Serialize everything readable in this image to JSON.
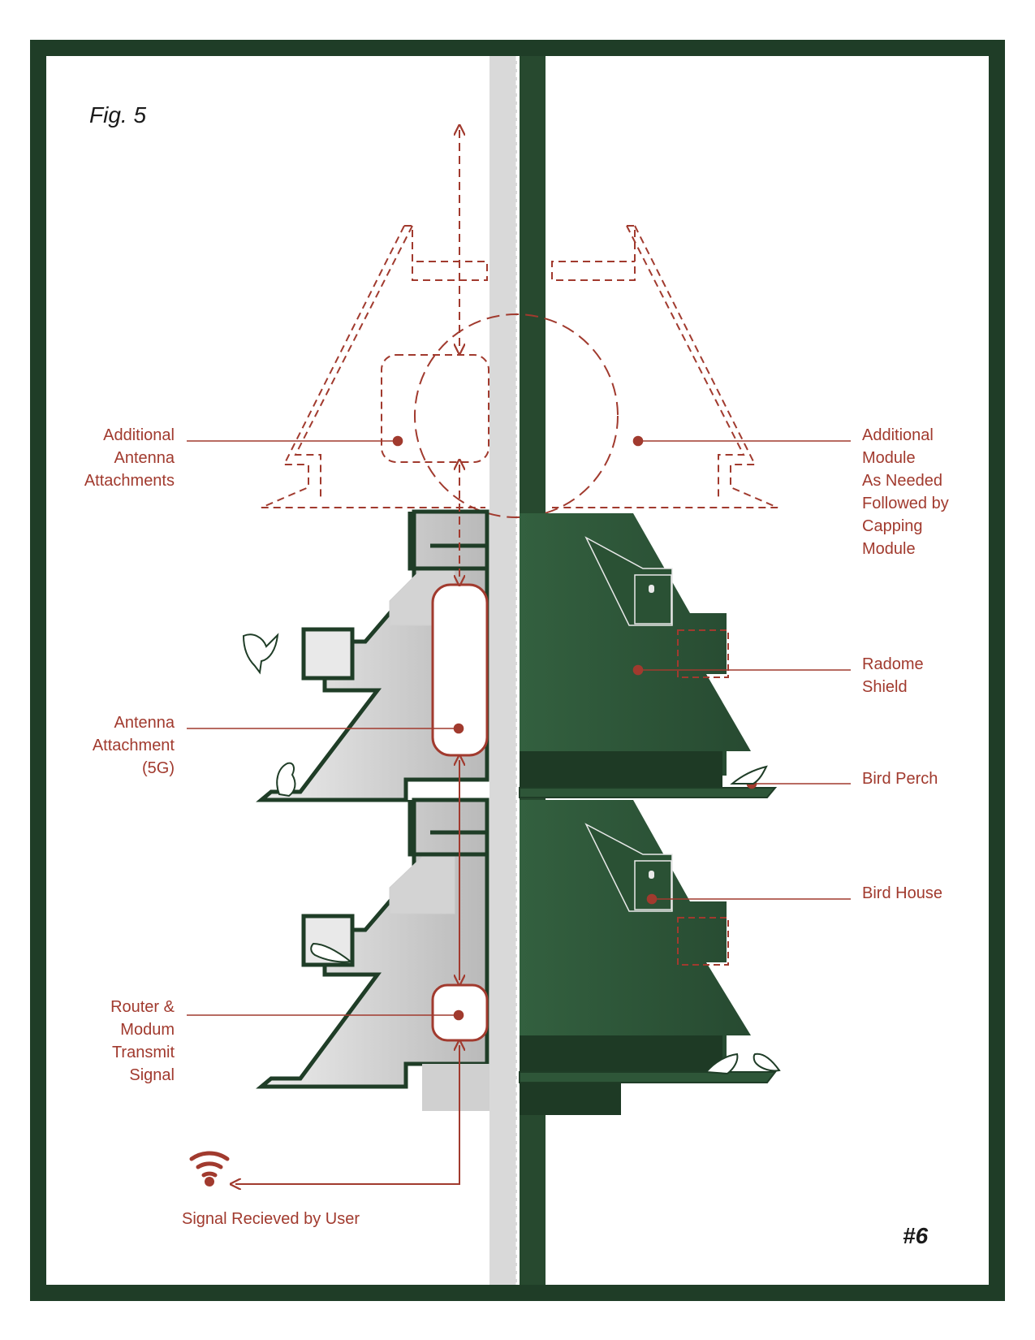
{
  "figure_label": "Fig. 5",
  "page_number": "#6",
  "colors": {
    "frame_green": "#1f3d27",
    "module_green": "#2e5638",
    "accent_red": "#a13a2e",
    "pole_grey": "#d9d9d9",
    "section_grey": "#c9c9c9"
  },
  "labels": {
    "additional_antenna": "Additional\nAntenna\nAttachments",
    "additional_module": "Additional\nModule\nAs Needed\nFollowed by\nCapping\nModule",
    "radome_shield": "Radome\nShield",
    "antenna_5g": "Antenna\nAttachment\n(5G)",
    "bird_perch": "Bird Perch",
    "bird_house": "Bird House",
    "router": "Router &\nModum\nTransmit\nSignal",
    "signal_received": "Signal Recieved by User"
  },
  "icons": [
    "wifi-icon",
    "bird-icon",
    "arrow-icon"
  ]
}
